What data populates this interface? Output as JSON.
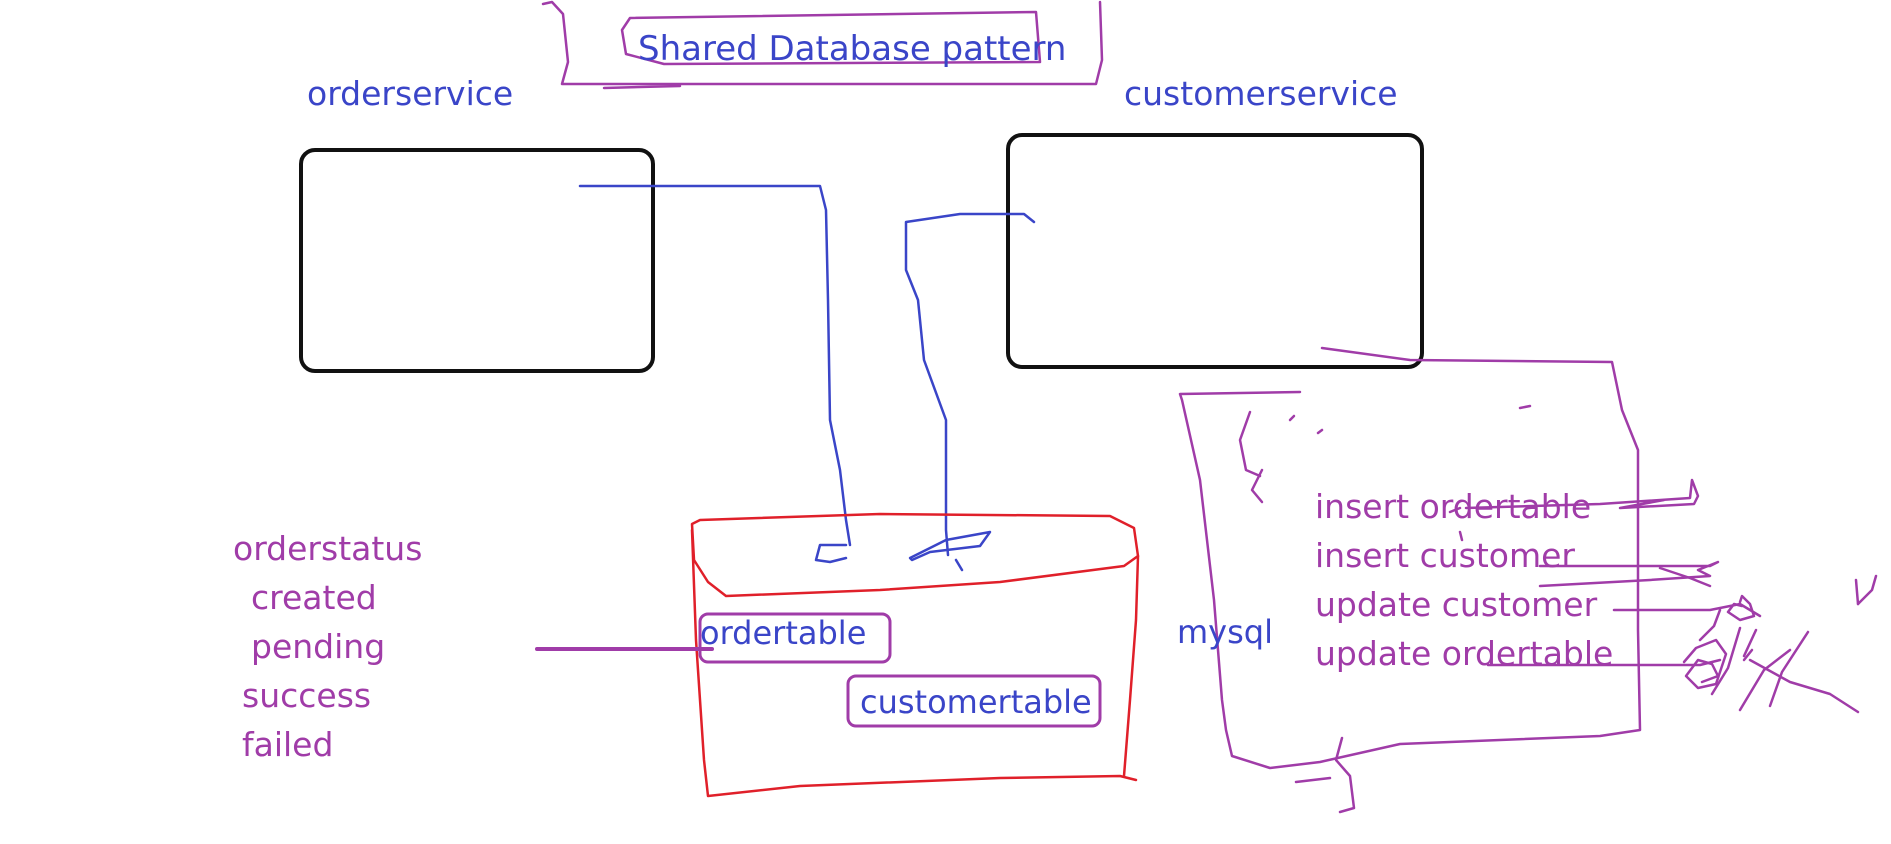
{
  "title": "Shared Database pattern",
  "services": {
    "order": "orderservice",
    "customer": "customerservice"
  },
  "database": {
    "tables": [
      "ordertable",
      "customertable"
    ],
    "engine_label": "mysql"
  },
  "orderstatus": {
    "heading": "orderstatus",
    "values": [
      "created",
      "pending",
      "success",
      "failed"
    ]
  },
  "operations": [
    "insert ordertable",
    "insert customer",
    "update customer",
    "update ordertable"
  ],
  "colors": {
    "blue_ink": "#3a45c8",
    "purple_ink": "#a03ca8",
    "red_ink": "#e0202a",
    "black_ink": "#111111"
  }
}
